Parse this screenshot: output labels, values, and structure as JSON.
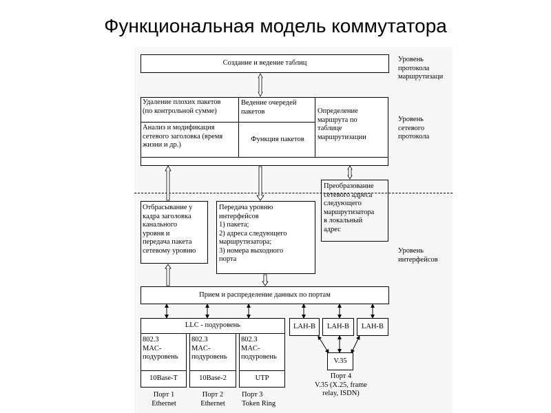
{
  "title": "Функциональная модель коммутатора",
  "levels": {
    "routing": "Уровень\nпротокола\nмаршрутизаци",
    "network": "Уровень\nсетевого\nпротокола",
    "interfaces": "Уровень\nинтерфейсов"
  },
  "routing_box": "Создание и ведение таблиц",
  "network_box": {
    "bad_packets": "Удаление плохих пакетов\n(по контрольной сумме)",
    "queues": "Ведение очередей\nпакетов",
    "header_analysis": "Анализ и модификация\nсетевого заголовка (время\nжизни и др.)",
    "packet_function": "Функция пакетов",
    "route_lookup": "Определение\nмаршрута по\nтаблице\nмаршрутизации"
  },
  "discard_box": "Отбрасывание у\nкадра заголовка\nканального\nуровня и\nпередача пакета\nсетевому уровню",
  "transfer_box": {
    "heading": "Передача уровню\nинтерфейсов",
    "items": [
      "1) пакета;",
      "2) адреса следующего\n    маршрутизатора;",
      "3) номера выходного\n    порта"
    ]
  },
  "address_box": "Преобразование\nсетевого адреса\nследующего\nмаршрутизатора\nв локальный\nадрес",
  "distribution_box": "Прием и распределение данных по портам",
  "llc_box": "LLC - подуровень",
  "ports": [
    {
      "mac": "802.3\nMAC-\nподуровень",
      "medium": "10Base-T",
      "label": "Порт 1\nEthernet"
    },
    {
      "mac": "802.3\nMAC-\nподуровень",
      "medium": "10Base-2",
      "label": "Порт 2\nEthernet"
    },
    {
      "mac": "802.3\nMAC-\nподуровень",
      "medium": "UTP",
      "label": "Порт 3\nToken Ring"
    }
  ],
  "lah_boxes": [
    "LAH-B",
    "LAH-B",
    "LAH-B"
  ],
  "v35_box": "V.35",
  "port4_label": "Порт 4\nV.35 (X.25, frame\nrelay, ISDN)"
}
